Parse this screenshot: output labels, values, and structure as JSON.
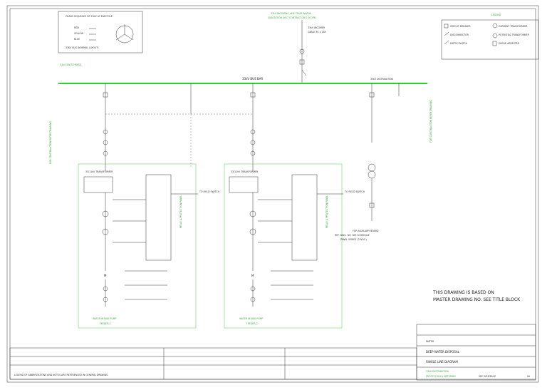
{
  "phase": {
    "title": "PHASE SEQUENCE OF 33KV AT END POLE",
    "labels": [
      "RED",
      "YELLOW",
      "BLUE"
    ],
    "note": "33KV BUS (NORMAL LAYOUT)"
  },
  "incomer": {
    "title": "33kV INCOMING LINE FROM WAPDA",
    "subtitle": "SUBSTATION (NOT CONTRACTOR'S SCOPE)"
  },
  "busbar": {
    "label": "33kV BUS BAR",
    "from_label": "33kV SWITCHYARD",
    "to_label": "33kV DISTRIBUTION"
  },
  "legend": {
    "title": "LEGEND",
    "items": [
      "CIRCUIT BREAKER",
      "DISCONNECTOR",
      "EARTH SWITCH",
      "CURRENT TRANSFORMER",
      "POTENTIAL TRANSFORMER",
      "SURGE ARRESTER"
    ]
  },
  "side_labels": {
    "left": "FOR CONTINUATION REFER DRAWING",
    "right": "FOR CONTINUATION REFER DRAWING"
  },
  "feeders": [
    {
      "title": "WATER INTAKE PUMP",
      "sub": "FEEDER-1",
      "transformer": "33/11kV TRANSFORMER",
      "panel": "RELAY & PROTECTION PANEL",
      "to": "TO FIELD SWITCH"
    },
    {
      "title": "WATER INTAKE PUMP",
      "sub": "FEEDER-2",
      "transformer": "33/11kV TRANSFORMER",
      "panel": "RELAY & PROTECTION PANEL",
      "to": "TO FIELD SWITCH"
    }
  ],
  "aux": {
    "title": "FOR AUXILIARY BOARD",
    "line2": "REF. DWG. NO. SEE SCHEDULE",
    "line3": "PANEL SERIES (3 NOS.)"
  },
  "note": {
    "line1": "THIS DRAWING IS BASED ON",
    "line2": "MASTER DRAWING NO. SEE TITLE BLOCK"
  },
  "title_block": {
    "company": "DEEP WATER DISPOSAL",
    "project": "WATER",
    "drawing_title": "SINGLE LINE DIAGRAM",
    "subtitle1": "33kV DISTRIBUTION",
    "subtitle2": "PROTECTION & METERING",
    "doc_no": "SEE SCHEDULE",
    "rev": "0A"
  },
  "footer": "LEGEND OF ABBREVIATIONS AND NOTES ARE REFERENCED IN GENERAL DRAWING"
}
